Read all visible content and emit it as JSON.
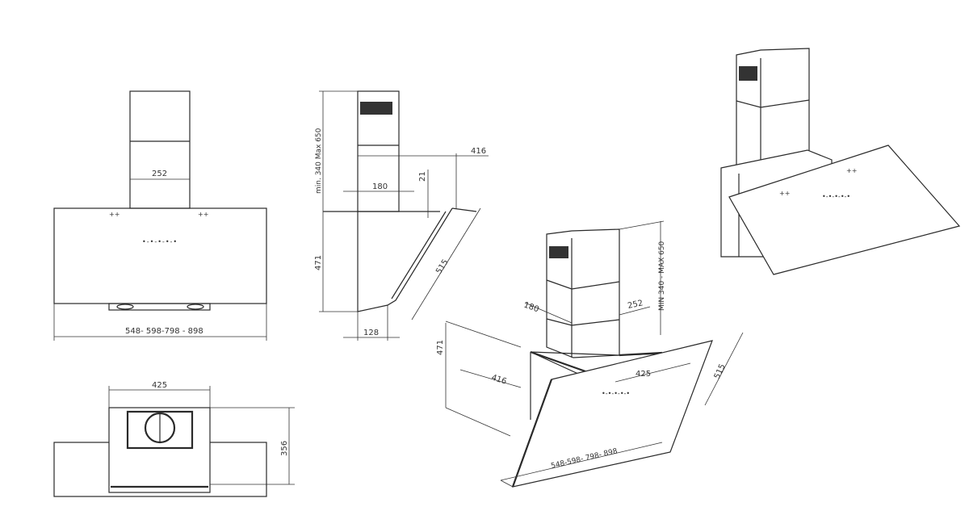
{
  "title": "Cooker hood dimensional drawing",
  "front_view": {
    "chimney_width": "252",
    "body_width": "548- 598-798 - 898"
  },
  "top_view": {
    "depth_width": "425",
    "depth": "356"
  },
  "side_view": {
    "chimney_height": "min. 340 Max 650",
    "body_height": "471",
    "depth": "416",
    "chimney_depth": "180",
    "gap": "21",
    "glass_length": "515",
    "bottom_depth": "128"
  },
  "iso_view": {
    "chimney_depth": "180",
    "chimney_width": "252",
    "chimney_height": "MIN 340 - MAX 650",
    "body_height": "471",
    "depth": "416",
    "width_top": "425",
    "glass_length": "515",
    "body_width": "548-598- 798- 898"
  }
}
